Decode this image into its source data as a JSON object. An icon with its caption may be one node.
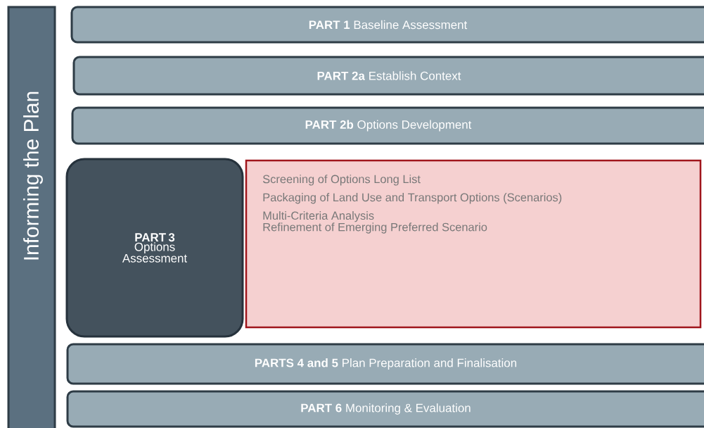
{
  "diagram": {
    "nodes": [
      {
        "text": [
          "Informing the Plan"
        ]
      },
      {
        "text": [
          "**PART 1** Baseline Assessment"
        ]
      },
      {
        "text": [
          "**PART 2a** Establish Context"
        ]
      },
      {
        "text": [
          "**PART 2b** Options Development"
        ]
      },
      {
        "text": [
          "**PART 3** Options Assessment"
        ]
      },
      {
        "text": [
          "Screening of Options Long List",
          "Packaging of Land Use and Transport Options (Scenarios)",
          "Multi-Criteria Analysis",
          "Refinement of Emerging Preferred Scenario"
        ]
      },
      {
        "text": [
          "**PARTS 4 and 5** Plan Preparation and Finalisation"
        ]
      },
      {
        "text": [
          "**PART 6** Monitoring & Evaluation"
        ]
      }
    ]
  }
}
